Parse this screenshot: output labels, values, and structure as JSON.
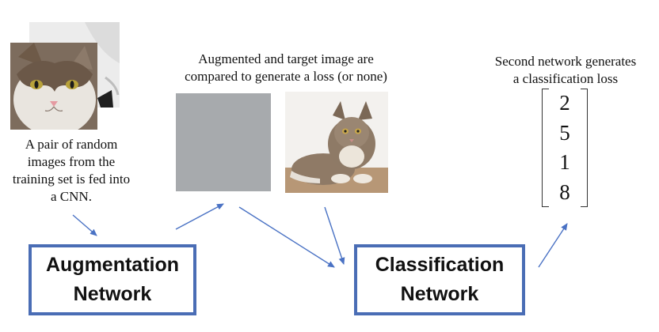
{
  "captions": {
    "pair": [
      "A pair of random",
      "images from the",
      "training set is fed into",
      "a CNN."
    ],
    "compare": [
      "Augmented and target image are",
      "compared to generate a loss (or none)"
    ],
    "second": [
      "Second network generates",
      "a classification loss"
    ]
  },
  "boxes": {
    "augmentation": [
      "Augmentation",
      "Network"
    ],
    "classification": [
      "Classification",
      "Network"
    ]
  },
  "matrix_values": [
    "2",
    "5",
    "1",
    "8"
  ],
  "colors": {
    "box_border": "#4A6DB5",
    "arrow": "#4A72C4",
    "augmented_placeholder": "#A7AAAD"
  }
}
